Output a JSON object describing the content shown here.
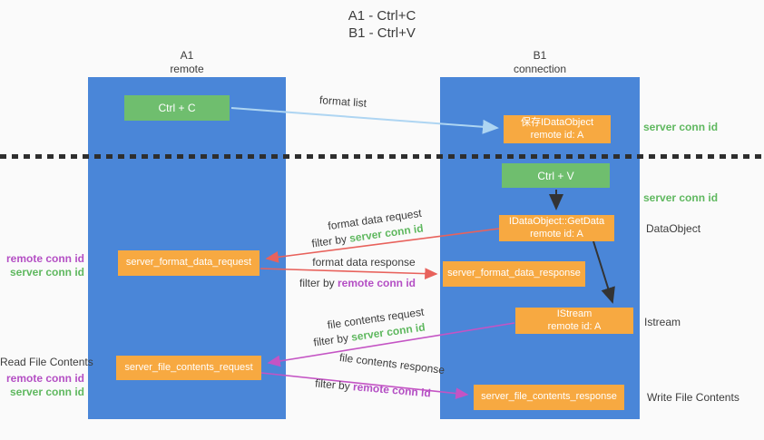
{
  "title": {
    "line1": "A1 - Ctrl+C",
    "line2": "B1 - Ctrl+V"
  },
  "lifelines": {
    "a": {
      "id": "A1",
      "role": "remote"
    },
    "b": {
      "id": "B1",
      "role": "connection"
    }
  },
  "boxes": {
    "ctrl_c": {
      "label": "Ctrl + C"
    },
    "save_dataobject": {
      "line1": "保存IDataObject",
      "line2": "remote id: A"
    },
    "ctrl_v": {
      "label": "Ctrl + V"
    },
    "getdata": {
      "line1": "IDataObject::GetData",
      "line2": "remote id: A"
    },
    "server_format_data_request": {
      "label": "server_format_data_request"
    },
    "server_format_data_response": {
      "label": "server_format_data_response"
    },
    "istream": {
      "line1": "IStream",
      "line2": "remote id: A"
    },
    "server_file_contents_request": {
      "label": "server_file_contents_request"
    },
    "server_file_contents_response": {
      "label": "server_file_contents_response"
    }
  },
  "arrow_labels": {
    "format_list": "format list",
    "format_data_request": "format data request",
    "format_data_response": "format data response",
    "file_contents_request": "file contents request",
    "file_contents_response": "file contents response",
    "filter_by": "filter by ",
    "server_conn_id": "server conn id",
    "remote_conn_id": "remote conn id"
  },
  "side_labels": {
    "right": {
      "server_conn_id_top": "server conn id",
      "server_conn_id_mid": "server conn id",
      "dataobject": "DataObject",
      "istream": "Istream",
      "write_file_contents": "Write File Contents"
    },
    "left": {
      "remote_conn_id_top": "remote conn id",
      "server_conn_id_top": "server conn id",
      "read_file_contents": "Read File Contents",
      "remote_conn_id_bottom": "remote conn id",
      "server_conn_id_bottom": "server conn id"
    }
  },
  "colors": {
    "column_blue": "#4a86d8",
    "box_green": "#6fbe6e",
    "box_orange": "#f7a941",
    "arrow_light_blue": "#aed5f2",
    "arrow_red": "#e8625c",
    "arrow_magenta": "#c454c4",
    "arrow_black": "#333333",
    "label_green": "#5fb85f",
    "label_purple": "#b44fc4",
    "text_dark": "#3c3c3c",
    "background": "#fafafa"
  }
}
